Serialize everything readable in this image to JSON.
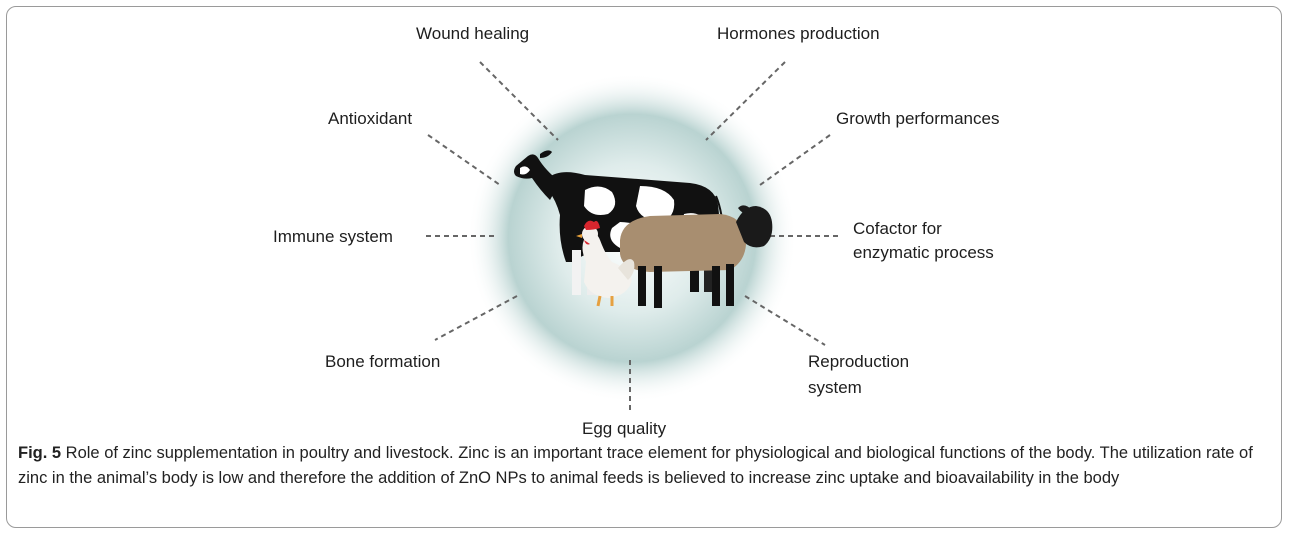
{
  "labels": {
    "wound_healing": "Wound healing",
    "hormones_production": "Hormones production",
    "antioxidant": "Antioxidant",
    "growth_performances": "Growth performances",
    "immune_system": "Immune system",
    "cofactor_line1": "Cofactor for",
    "cofactor_line2": "enzymatic process",
    "bone_formation": "Bone formation",
    "reproduction_line1": "Reproduction",
    "reproduction_line2": "system",
    "egg_quality": "Egg quality"
  },
  "caption": {
    "fig_label": "Fig. 5",
    "text": " Role of zinc supplementation in poultry and livestock. Zinc is an important trace element for physiological and biological functions of the body. The utilization rate of zinc in the animal’s body is low and therefore the addition of ZnO NPs to animal feeds is believed to increase zinc uptake and bioavailability in the body"
  },
  "colors": {
    "glow": "#b9d3d1",
    "dash": "#666666",
    "cow_black": "#111111",
    "sheep_wool": "#a88e70",
    "chicken_white": "#f4f2ee",
    "comb_red": "#d8262e"
  }
}
